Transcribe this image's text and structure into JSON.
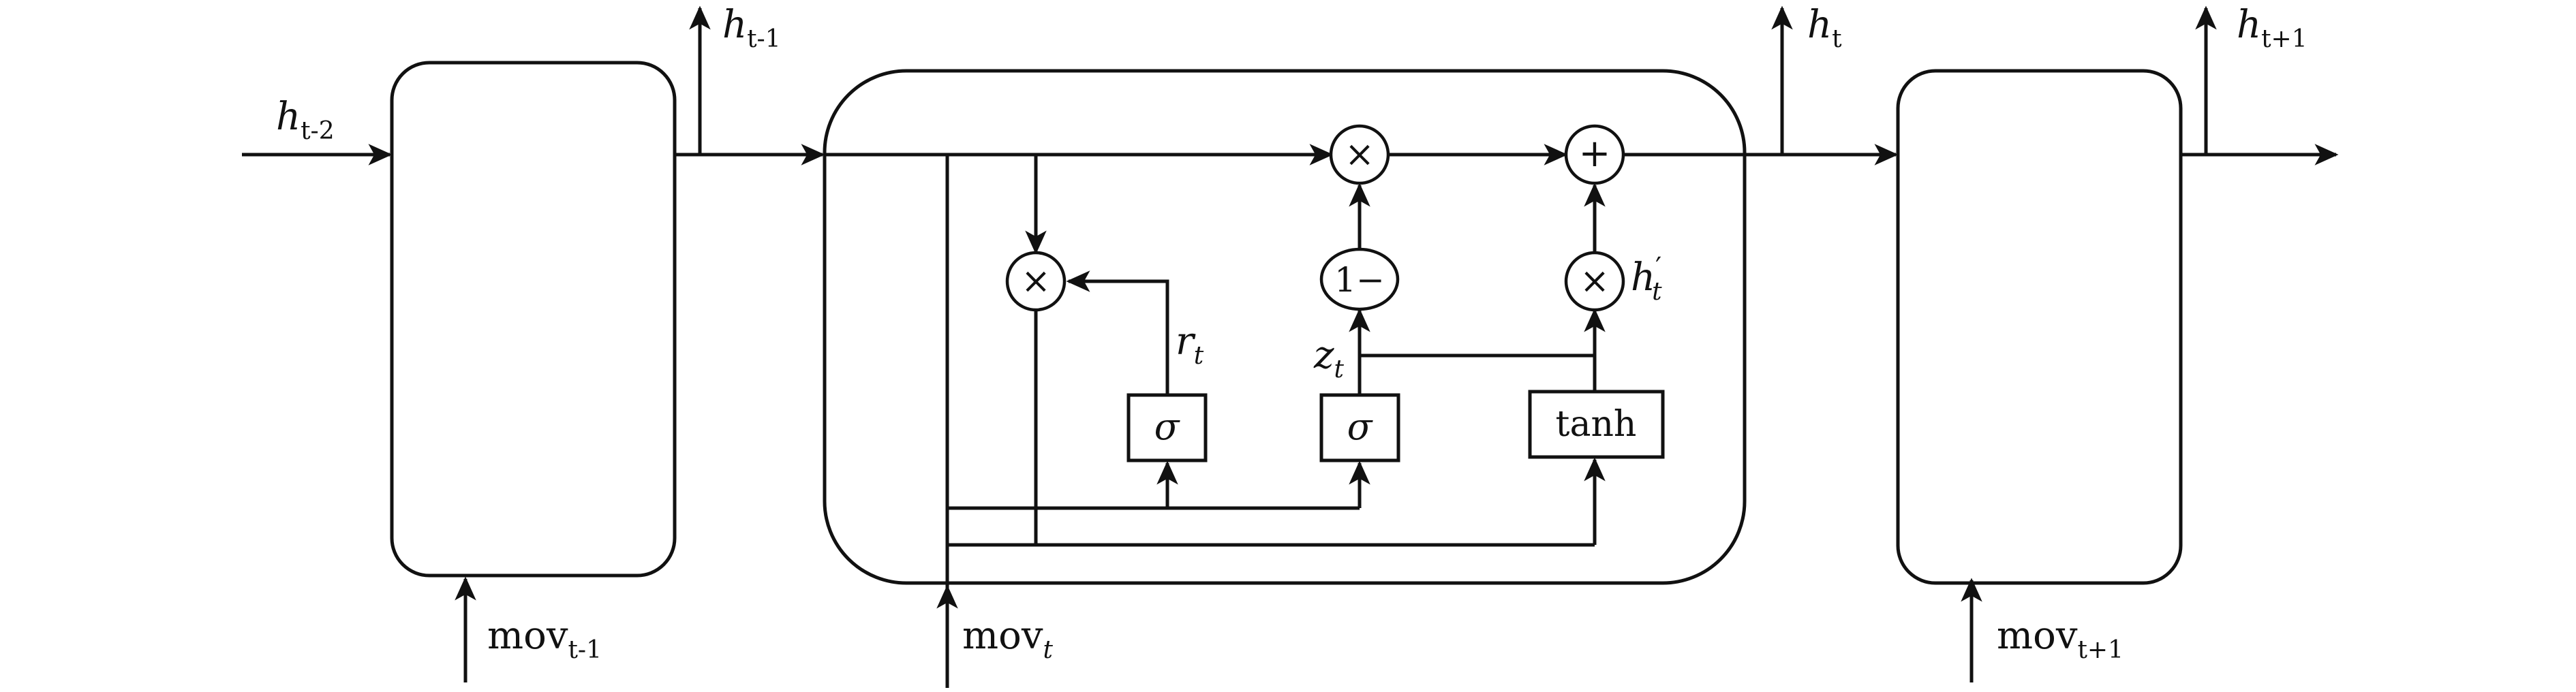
{
  "labels": {
    "h_prev2": "h",
    "h_prev2_sub": "t-2",
    "h_prev1": "h",
    "h_prev1_sub": "t-1",
    "h_t": "h",
    "h_t_sub": "t",
    "h_next": "h",
    "h_next_sub": "t+1",
    "mov_prev": "mov",
    "mov_prev_sub": "t-1",
    "mov_t": "mov",
    "mov_t_sub": "t",
    "mov_next": "mov",
    "mov_next_sub": "t+1",
    "r_t": "r",
    "r_t_sub": "t",
    "z_t": "z",
    "z_t_sub": "t",
    "h_cand": "h",
    "h_cand_prime": "′",
    "h_cand_sub": "t"
  },
  "ops": {
    "times": "×",
    "plus": "+",
    "one_minus": "1−"
  },
  "gates": {
    "sigma": "σ",
    "tanh": "tanh"
  }
}
